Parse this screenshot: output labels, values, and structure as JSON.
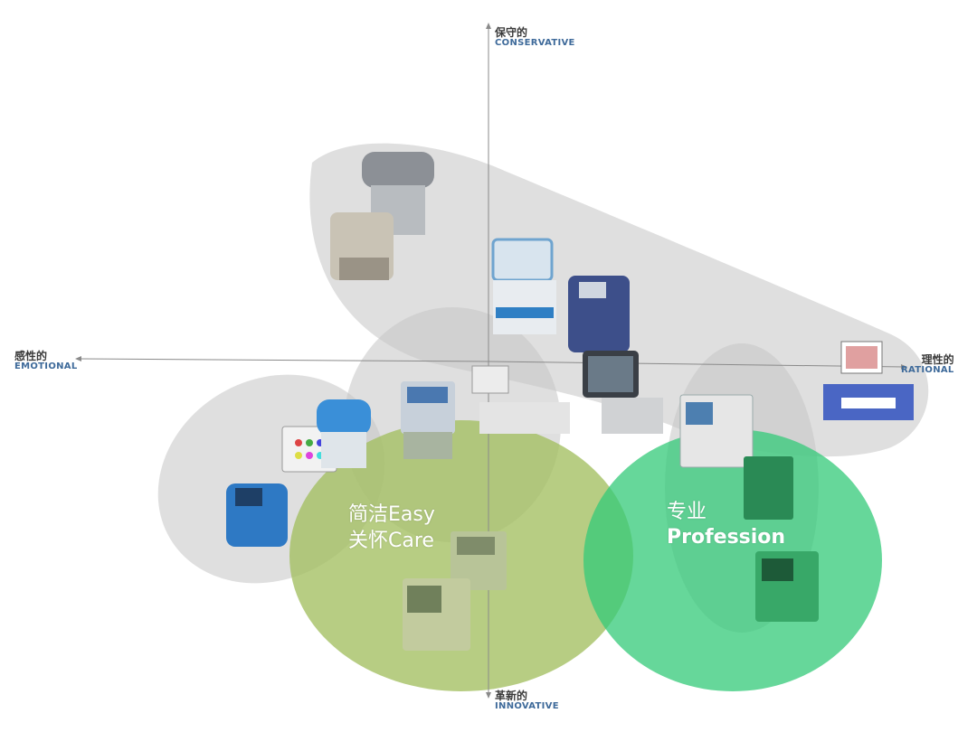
{
  "axes": {
    "top": {
      "cn": "保守的",
      "en": "CONSERVATIVE"
    },
    "bottom": {
      "cn": "革新的",
      "en": "INNOVATIVE"
    },
    "left": {
      "cn": "感性的",
      "en": "EMOTIONAL"
    },
    "right": {
      "cn": "理性的",
      "en": "RATIONAL"
    }
  },
  "clusters": {
    "easy_care": {
      "line1": "简洁Easy",
      "line2": "关怀Care",
      "color": "#a9c46b"
    },
    "profession": {
      "cn": "专业",
      "en": "Profession",
      "color": "#3ecf7c"
    }
  },
  "colors": {
    "region_gray": "#c8c8c8",
    "axis": "#8a8a8a"
  },
  "icons": [
    "analyzer-gray-dual-device",
    "analyzer-blue-four-channel-device",
    "analyzer-navy-tower-device",
    "analyzer-tablet-screen-device",
    "analyzer-touchscreen-rack-device",
    "analyzer-blue-compact-device",
    "analyzer-colorful-screen-device",
    "analyzer-blue-dome-device",
    "analyzer-white-printer-device",
    "analyzer-white-screen-device",
    "analyzer-beige-screen-device",
    "analyzer-green-screen-device"
  ]
}
